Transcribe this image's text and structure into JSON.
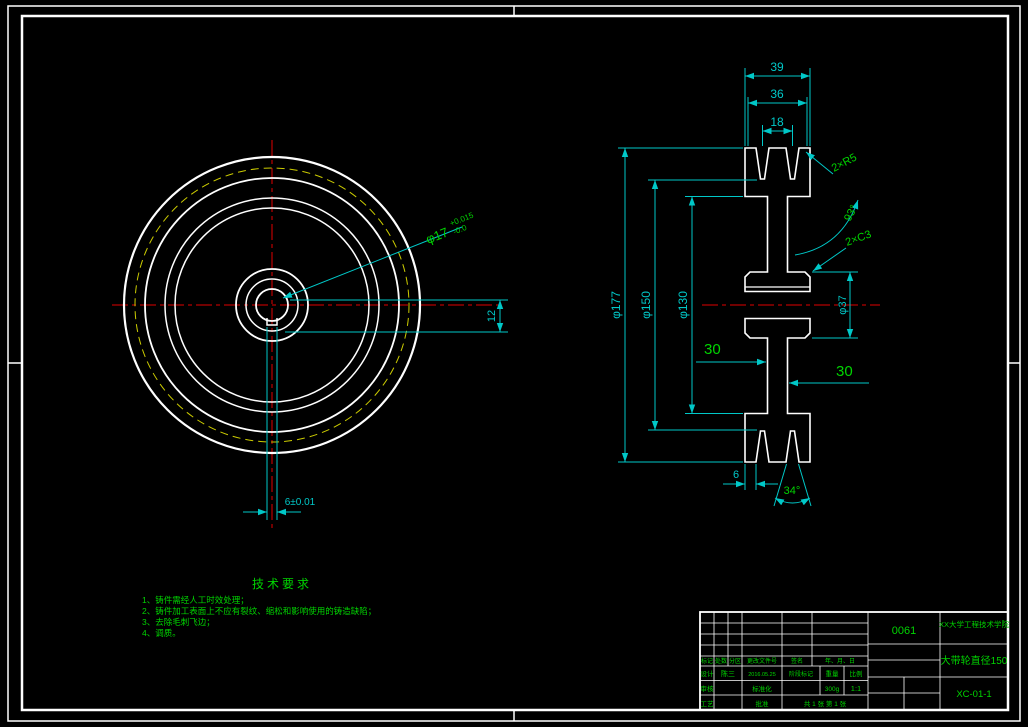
{
  "colors": {
    "background": "#000000",
    "outline": "#ffffff",
    "dimension": "#00c8c8",
    "annotation": "#00d400",
    "centerline": "#e00000",
    "hatch": "#b08d3f",
    "pitch_circle": "#cccc00"
  },
  "front_view": {
    "bore_dia": "φ17",
    "bore_tol_up": "+0.015",
    "bore_tol_low": "-0.0",
    "keyway_depth": "12",
    "keyway_width": "6±0.01"
  },
  "section_view": {
    "overall_width": "39",
    "rim_width": "36",
    "groove_pitch": "18",
    "outer_dia": "φ177",
    "pitch_dia": "φ150",
    "inner_dia": "φ130",
    "groove_radius": "2×R5",
    "wrap_angle": "93°",
    "chamfer": "2×C3",
    "hub_dia": "φ37",
    "ref_left": "30",
    "ref_right": "30",
    "rim_edge": "6",
    "groove_angle": "34°"
  },
  "tech_requirements": {
    "title": "技术要求",
    "item1": "1、铸件需经人工时效处理；",
    "item2": "2、铸件加工表面上不应有裂纹、缩松和影响使用的铸造缺陷；",
    "item3": "3、去除毛刺飞边；",
    "item4": "4、调质。"
  },
  "title_block": {
    "code": "0061",
    "school": "XX大学工程技术学院",
    "part_title": "大带轮直径150",
    "drawing_no": "XC-01-1",
    "col_mark": "标记",
    "col_count": "处数",
    "col_zone": "分区",
    "col_change": "更改文件号",
    "col_sign": "签名",
    "col_date": "年、月、日",
    "role_design": "设计",
    "role_check": "审核",
    "role_process": "工艺",
    "role_standard": "标准化",
    "role_approve": "批准",
    "stage_label": "阶段标记",
    "weight_label": "重量",
    "scale_label": "比例",
    "designer": "陈三",
    "design_date": "2016.05.25",
    "weight": "300g",
    "scale": "1:1",
    "sheet_info": "共 1 张  第 1 张"
  }
}
